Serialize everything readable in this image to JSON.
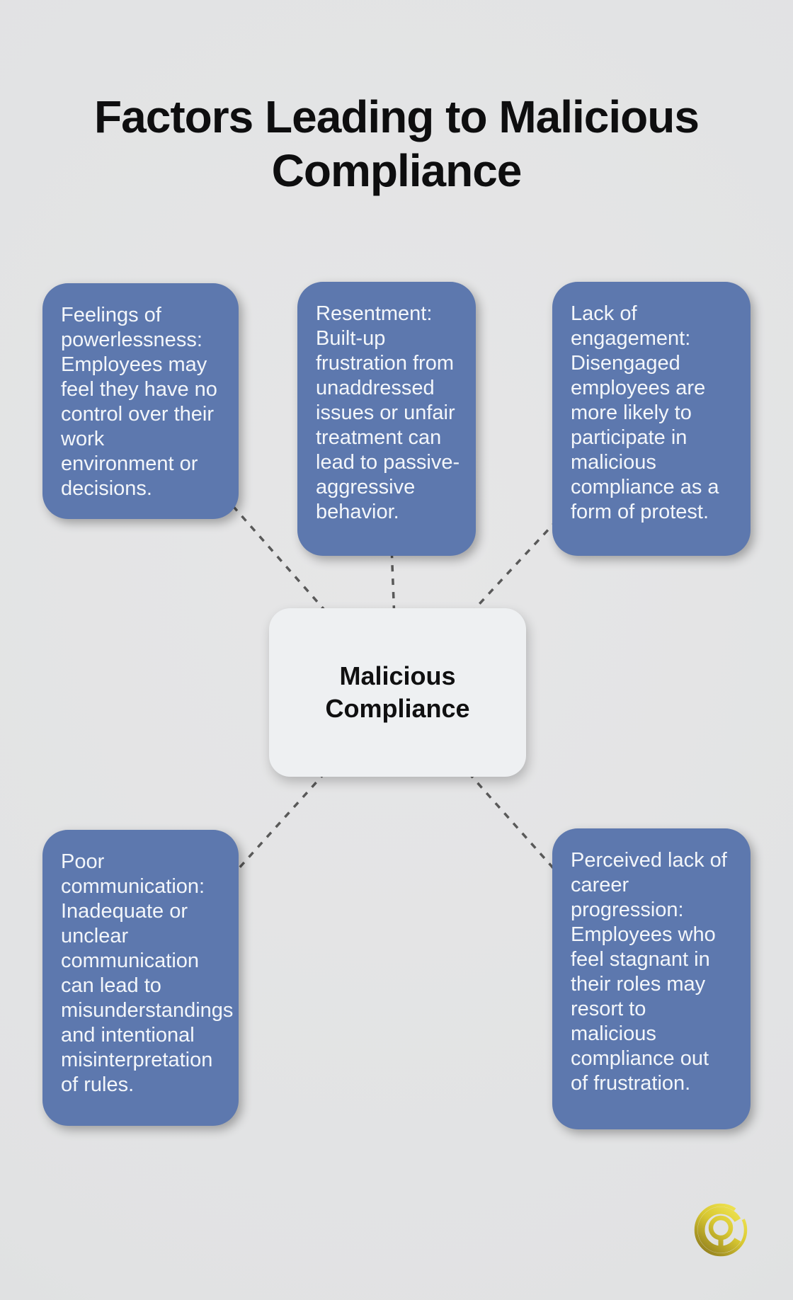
{
  "page": {
    "title": "Factors Leading to Malicious Compliance"
  },
  "diagram": {
    "center": {
      "label": "Malicious Compliance"
    },
    "factors": [
      {
        "id": "feelings-of-powerlessness",
        "text": "Feelings of\npowerlessness:\nEmployees may\nfeel they have no\ncontrol over their\nwork\nenvironment or\ndecisions."
      },
      {
        "id": "resentment",
        "text": "Resentment:\nBuilt-up\nfrustration from\nunaddressed\nissues or unfair\ntreatment can\nlead to passive-\naggressive\nbehavior."
      },
      {
        "id": "lack-of-engagement",
        "text": "Lack of\nengagement:\nDisengaged\nemployees are\nmore likely to\nparticipate in\nmalicious\ncompliance as a\nform of protest."
      },
      {
        "id": "poor-communication",
        "text": "Poor\ncommunication:\nInadequate or\nunclear\ncommunication\ncan lead to\nmisunderstandings\nand intentional\nmisinterpretation\nof rules."
      },
      {
        "id": "perceived-lack-of-career-progression",
        "text": "Perceived lack of\ncareer\nprogression:\nEmployees who\nfeel stagnant in\ntheir roles may\nresort to\nmalicious\ncompliance out\nof frustration."
      }
    ]
  },
  "logo": {
    "name": "gold-cq-emblem"
  },
  "colors": {
    "background": "#e1e2e3",
    "background_light": "#e6e6e7",
    "factor_fill": "#5d78ae",
    "factor_text": "#f3f6fa",
    "center_fill": "#eef0f2",
    "center_text": "#101011",
    "title_text": "#0e0e0f",
    "connector": "#595959",
    "gold_dark": "#8f7c1d",
    "gold_mid": "#d8c832",
    "gold_bright": "#f0e452"
  }
}
